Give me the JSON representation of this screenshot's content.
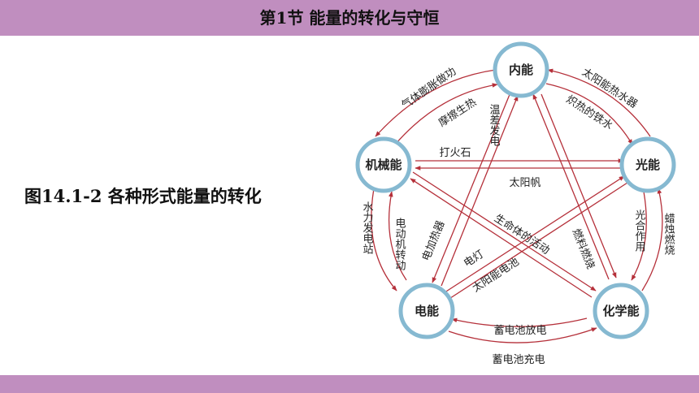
{
  "header": {
    "title": "第1节   能量的转化与守恒"
  },
  "caption": {
    "text": "图14.1-2  各种形式能量的转化"
  },
  "colors": {
    "header_bg": "#c08ebf",
    "node_ring": "#86b9d1",
    "arrow": "#b5303a"
  },
  "nodes": {
    "internal": "内能",
    "mechanical": "机械能",
    "light": "光能",
    "electric": "电能",
    "chemical": "化学能"
  },
  "edges": {
    "gas_expansion": "气体膨胀做功",
    "friction": "摩擦生热",
    "solar_water_heater": "太阳能热水器",
    "hot_molten_iron": "炽热的铁水",
    "lighter_flint": "打火石",
    "solar_sail": "太阳帆",
    "thermoelectric": "温差发电",
    "hydro_power": "水力发电站",
    "motor": "电动机转动",
    "electric_heater": "电加热器",
    "life_activity": "生命体的活动",
    "fuel_burning": "燃料燃烧",
    "photosynthesis": "光合作用",
    "candle_burning": "蜡烛燃烧",
    "electric_lamp": "电灯",
    "solar_cell": "太阳能电池",
    "battery_discharge": "蓄电池放电",
    "battery_charge": "蓄电池充电"
  }
}
